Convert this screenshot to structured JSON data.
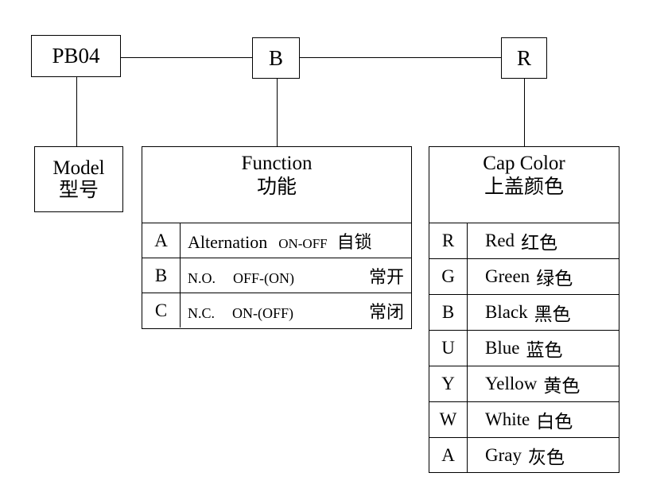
{
  "diagram": {
    "title_code_boxes": [
      {
        "id": "pb04",
        "label": "PB04"
      },
      {
        "id": "b",
        "label": "B"
      },
      {
        "id": "r",
        "label": "R"
      }
    ],
    "model_box": {
      "en": "Model",
      "cn": "型号"
    },
    "function_panel": {
      "header_en": "Function",
      "header_cn": "功能",
      "rows": [
        {
          "code": "A",
          "main": "Alternation",
          "state": "ON-OFF",
          "cn": "自锁"
        },
        {
          "code": "B",
          "main": "N.O.",
          "state": "OFF-(ON)",
          "cn": "常开"
        },
        {
          "code": "C",
          "main": "N.C.",
          "state": "ON-(OFF)",
          "cn": "常闭"
        }
      ]
    },
    "cap_color_panel": {
      "header_en": "Cap Color",
      "header_cn": "上盖颜色",
      "rows": [
        {
          "code": "R",
          "en": "Red",
          "cn": "红色"
        },
        {
          "code": "G",
          "en": "Green",
          "cn": "绿色"
        },
        {
          "code": "B",
          "en": "Black",
          "cn": "黑色"
        },
        {
          "code": "U",
          "en": "Blue",
          "cn": "蓝色"
        },
        {
          "code": "Y",
          "en": "Yellow",
          "cn": "黄色"
        },
        {
          "code": "W",
          "en": "White",
          "cn": "白色"
        },
        {
          "code": "A",
          "en": "Gray",
          "cn": "灰色"
        }
      ]
    },
    "colors": {
      "line": "#000000",
      "background": "#ffffff",
      "text": "#000000"
    }
  }
}
